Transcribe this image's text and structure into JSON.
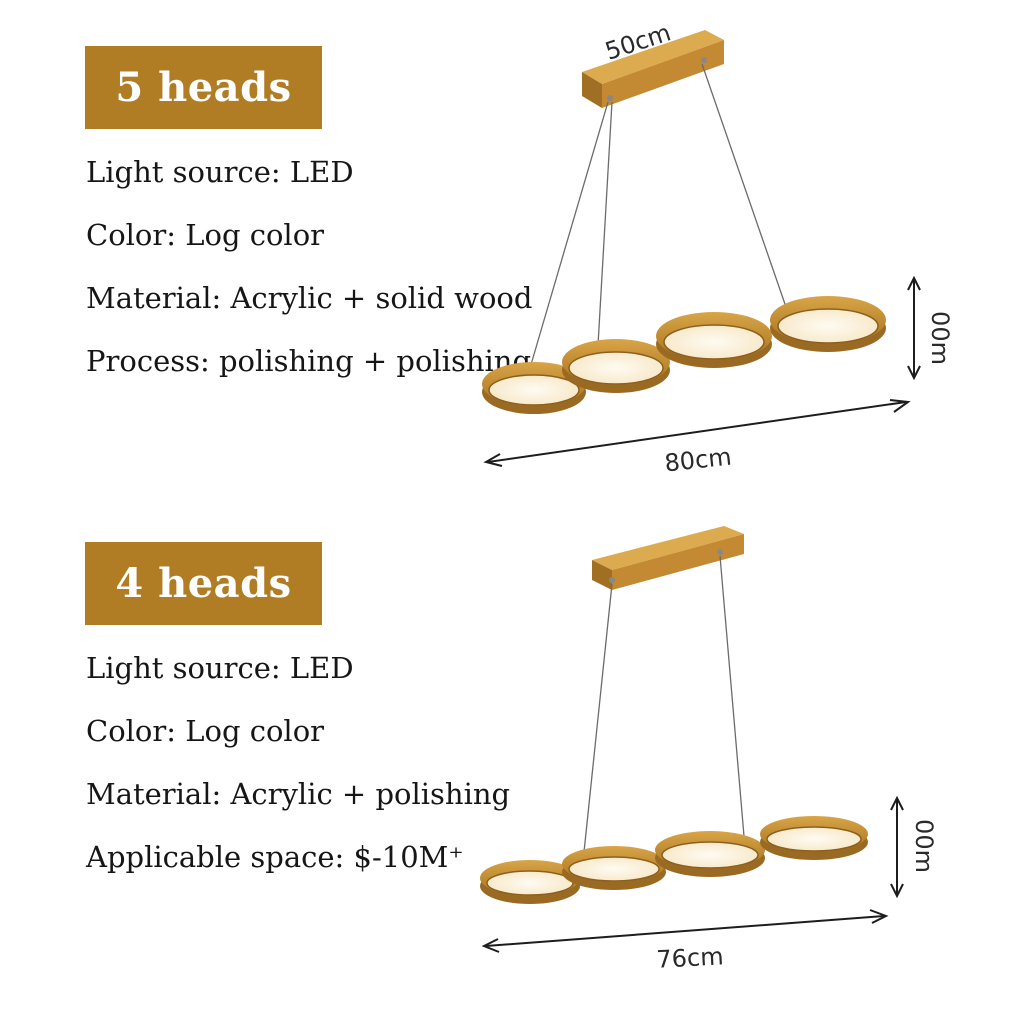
{
  "sections": [
    {
      "title": "5 heads",
      "specs": [
        "Light source: LED",
        "Color: Log color",
        "Material: Acrylic + solid wood",
        "Process: polishing + polishing"
      ],
      "dimensions": {
        "canopy": "50cm",
        "width": "80cm",
        "height": "00m"
      }
    },
    {
      "title": "4 heads",
      "specs": [
        "Light source: LED",
        "Color: Log color",
        "Material: Acrylic + polishing",
        "Applicable space: $-10M⁺"
      ],
      "dimensions": {
        "width": "76cm",
        "height": "00m"
      }
    }
  ],
  "colors": {
    "badge": "#b07d25",
    "wood": "#c9923a",
    "wood_dark": "#9b6a22",
    "diffuser": "#fff6e4"
  }
}
